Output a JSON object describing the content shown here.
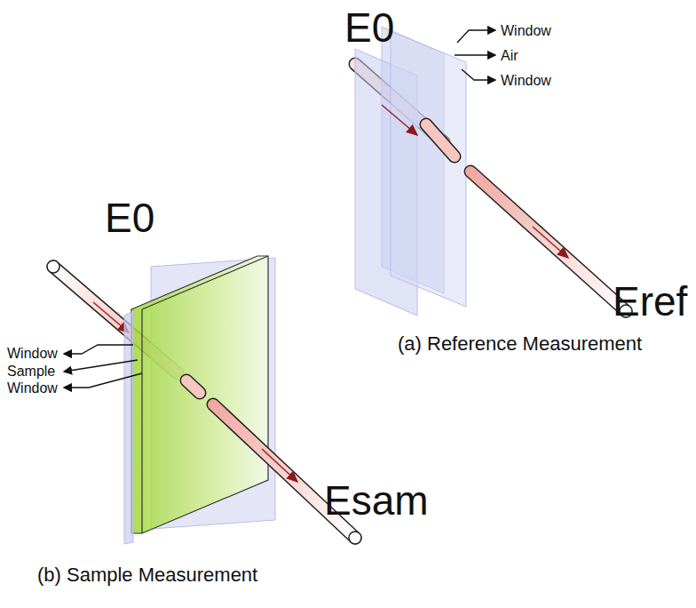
{
  "diagram": {
    "labels": [
      "E0",
      "Window",
      "Air",
      "Window",
      "Eref",
      "(a) Reference Measurement",
      "E0",
      "Window",
      "Sample",
      "Window",
      "Esam",
      "(b) Sample Measurement"
    ]
  }
}
